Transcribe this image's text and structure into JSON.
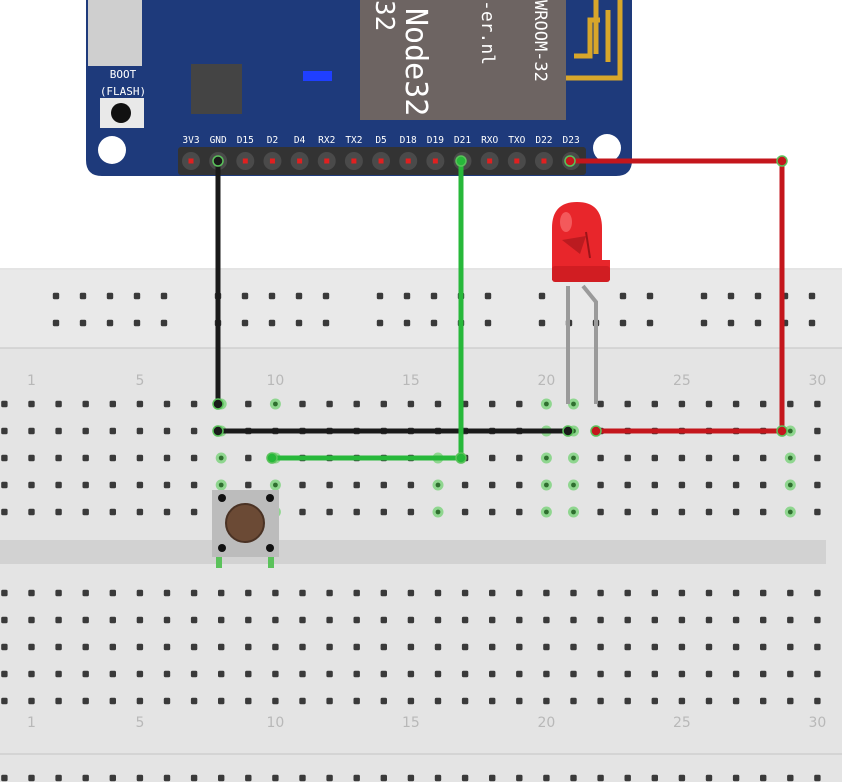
{
  "board": {
    "label_node": "Node32",
    "label_digit": "32",
    "label_url": "-er.nl",
    "label_module": "WROOM-32",
    "boot_label_line1": "BOOT",
    "boot_label_line2": "(FLASH)",
    "pins": [
      "3V3",
      "GND",
      "D15",
      "D2",
      "D4",
      "RX2",
      "TX2",
      "D5",
      "D18",
      "D19",
      "D21",
      "RXO",
      "TXO",
      "D22",
      "D23"
    ]
  },
  "breadboard": {
    "column_labels": [
      {
        "col": 1,
        "text": "1"
      },
      {
        "col": 5,
        "text": "5"
      },
      {
        "col": 10,
        "text": "10"
      },
      {
        "col": 15,
        "text": "15"
      },
      {
        "col": 20,
        "text": "20"
      },
      {
        "col": 25,
        "text": "25"
      },
      {
        "col": 30,
        "text": "30"
      }
    ]
  },
  "colors": {
    "board_blue": "#1e3a7b",
    "wire_black": "#1a1a1a",
    "wire_green": "#27b83a",
    "wire_red": "#c4161c",
    "led_red": "#e8262b",
    "breadboard_gray": "#e3e3e3",
    "hole_dark": "#3a3a3a",
    "hole_highlight": "#7ad07a"
  }
}
